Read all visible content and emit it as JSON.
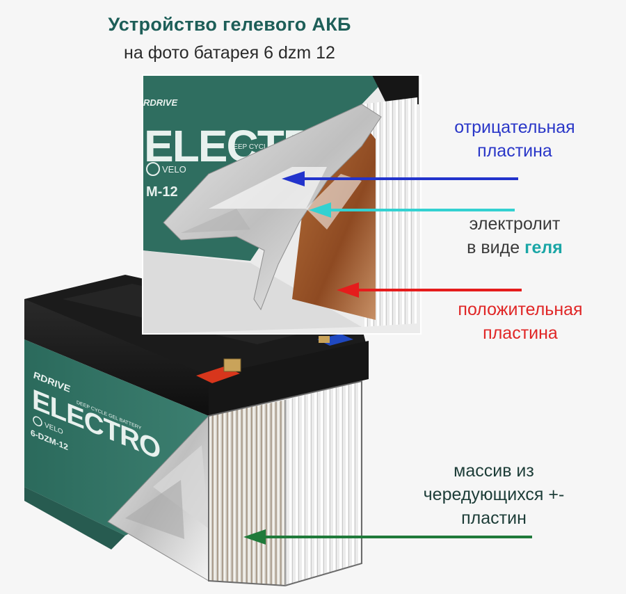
{
  "header": {
    "title": "Устройство гелевого АКБ",
    "subtitle": "на фото батарея 6 dzm 12"
  },
  "labels": {
    "negative_plate": {
      "line1": "отрицательная",
      "line2": "пластина",
      "color": "#2a37c8"
    },
    "electrolyte": {
      "line1": "электролит",
      "line2_prefix": "в виде ",
      "line2_accent": "геля",
      "color": "#3a3a3a",
      "accent_color": "#1aa6a6"
    },
    "positive_plate": {
      "line1": "положительная",
      "line2": "пластина",
      "color": "#e02626"
    },
    "plate_array": {
      "line1": "массив из",
      "line2": "чередующихся +-",
      "line3": "пластин",
      "color": "#1d3d38"
    }
  },
  "battery_branding": {
    "brand": "RDRIVE",
    "series": "ELECTRO",
    "sub_brand": "VELO",
    "line": "DEEP CYCLE GEL BATTERY",
    "model": "6-DZM-12",
    "inset_model": "M-12",
    "case_color": "#2f6e60"
  },
  "arrows": {
    "negative_color": "#2233cc",
    "electrolyte_color": "#33d1d1",
    "positive_color": "#e51c1c",
    "array_color": "#1f7a3a"
  }
}
